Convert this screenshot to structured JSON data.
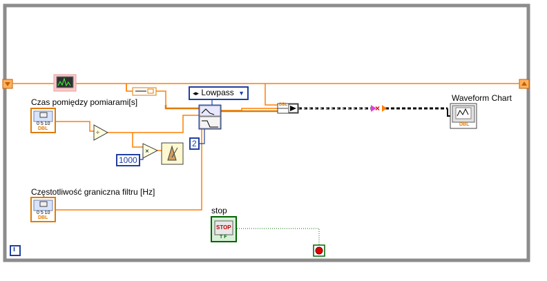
{
  "labels": {
    "czas": "Czas pomiędzy pomiarami[s]",
    "czestotliwosc": "Częstotliwość  graniczna filtru [Hz]",
    "waveform": "Waveform Chart",
    "stop": "stop"
  },
  "constants": {
    "ms": "1000",
    "order": "2"
  },
  "filter_type": {
    "value": "Lowpass"
  },
  "terminal_text": {
    "dbl": "DBL",
    "tf": "T F",
    "stop_button": "STOP",
    "knob_ticks": "0  5  10",
    "info": "i"
  },
  "colors": {
    "loop_border": "#8c8c8c",
    "wire_dbl": "#ff7f00",
    "wire_bool": "#006400",
    "wire_dyn": "#000000",
    "constant_blue": "#1f3fa0",
    "terminal_orange": "#e07b00"
  }
}
